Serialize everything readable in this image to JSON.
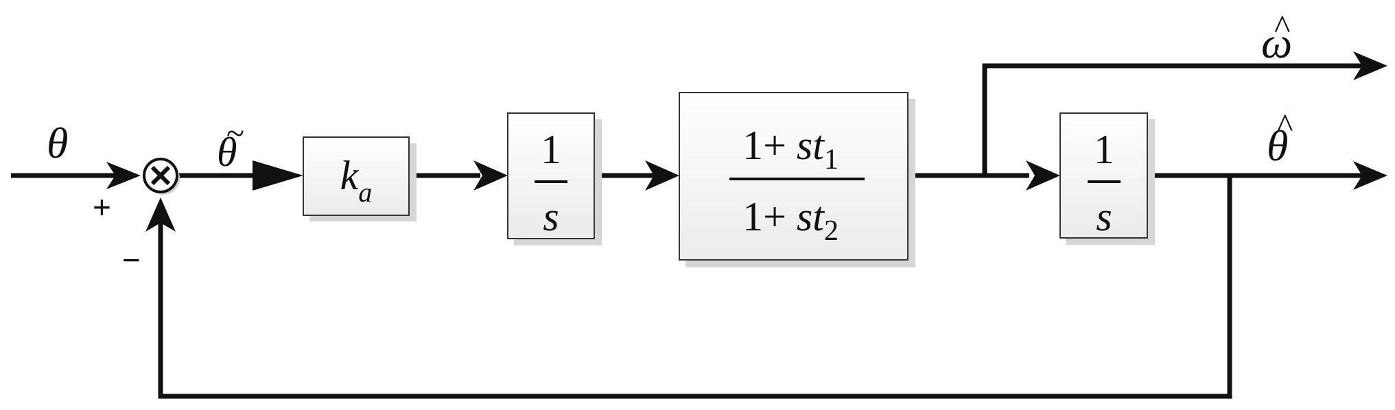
{
  "signals": {
    "input": "θ",
    "error_base": "θ",
    "error_accent": "~",
    "omega_base": "ω",
    "omega_accent": "^",
    "theta_out_base": "θ",
    "theta_out_accent": "^"
  },
  "summing_junction": {
    "plus": "+",
    "minus": "−"
  },
  "blocks": {
    "gain": {
      "base": "k",
      "sub": "a"
    },
    "integrator1": {
      "num": "1",
      "den": "s"
    },
    "lead_lag": {
      "num_prefix": "1+ ",
      "num_var": "st",
      "num_sub": "1",
      "den_prefix": "1+ ",
      "den_var": "st",
      "den_sub": "2"
    },
    "integrator2": {
      "num": "1",
      "den": "s"
    }
  },
  "colors": {
    "line": "#111111",
    "block_fill_top": "#ffffff",
    "block_fill_bottom": "#ebebeb",
    "block_shadow": "#d6d6d6"
  }
}
